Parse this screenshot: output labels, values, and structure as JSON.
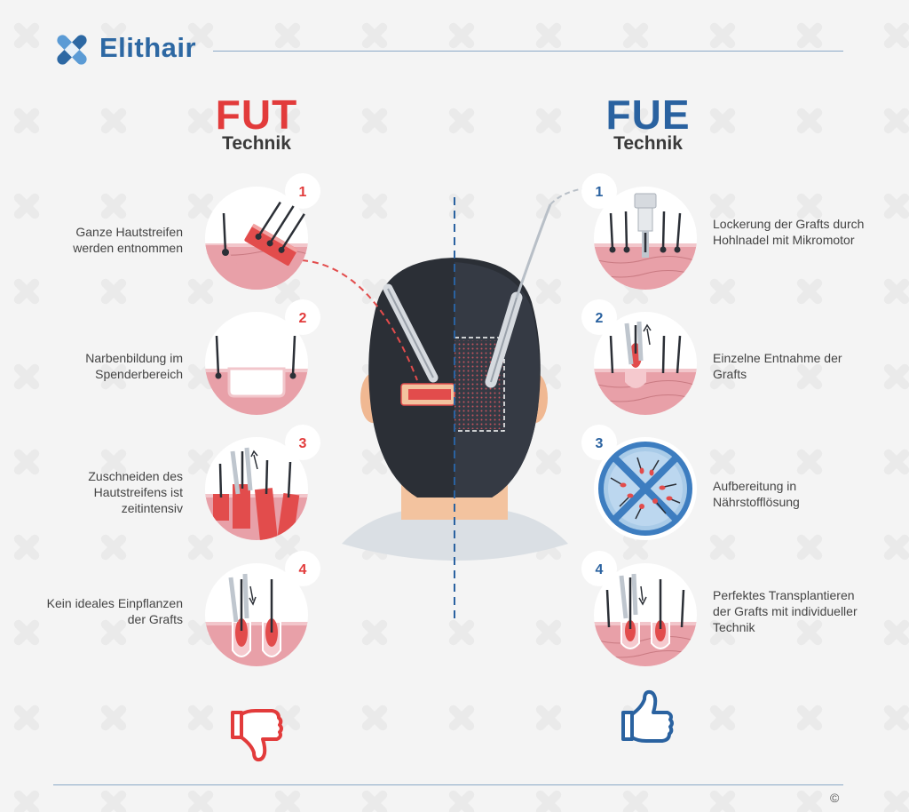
{
  "brand": {
    "name": "Elithair"
  },
  "fut": {
    "title": "FUT",
    "subtitle": "Technik",
    "steps": [
      {
        "number": "1",
        "text": "Ganze Hautstreifen werden entnommen"
      },
      {
        "number": "2",
        "text": "Narbenbildung im Spenderbereich"
      },
      {
        "number": "3",
        "text": "Zuschneiden des Hautstreifens ist zeitintensiv"
      },
      {
        "number": "4",
        "text": "Kein ideales Einpflanzen der Grafts"
      }
    ],
    "verdict_icon": "thumbs-down-icon"
  },
  "fue": {
    "title": "FUE",
    "subtitle": "Technik",
    "steps": [
      {
        "number": "1",
        "text": "Lockerung der Grafts durch Hohlnadel mit Mikromotor"
      },
      {
        "number": "2",
        "text": "Einzelne Entnahme der Grafts"
      },
      {
        "number": "3",
        "text": "Aufbereitung in Nährstofflösung"
      },
      {
        "number": "4",
        "text": "Perfektes Transplantieren der Grafts mit individueller Technik"
      }
    ],
    "verdict_icon": "thumbs-up-icon"
  },
  "footer": {
    "copyright": "©"
  },
  "colors": {
    "fut_red": "#e23b3b",
    "fue_blue": "#2a62a0",
    "skin": "#e8a0a8",
    "hair": "#2b2f36"
  }
}
